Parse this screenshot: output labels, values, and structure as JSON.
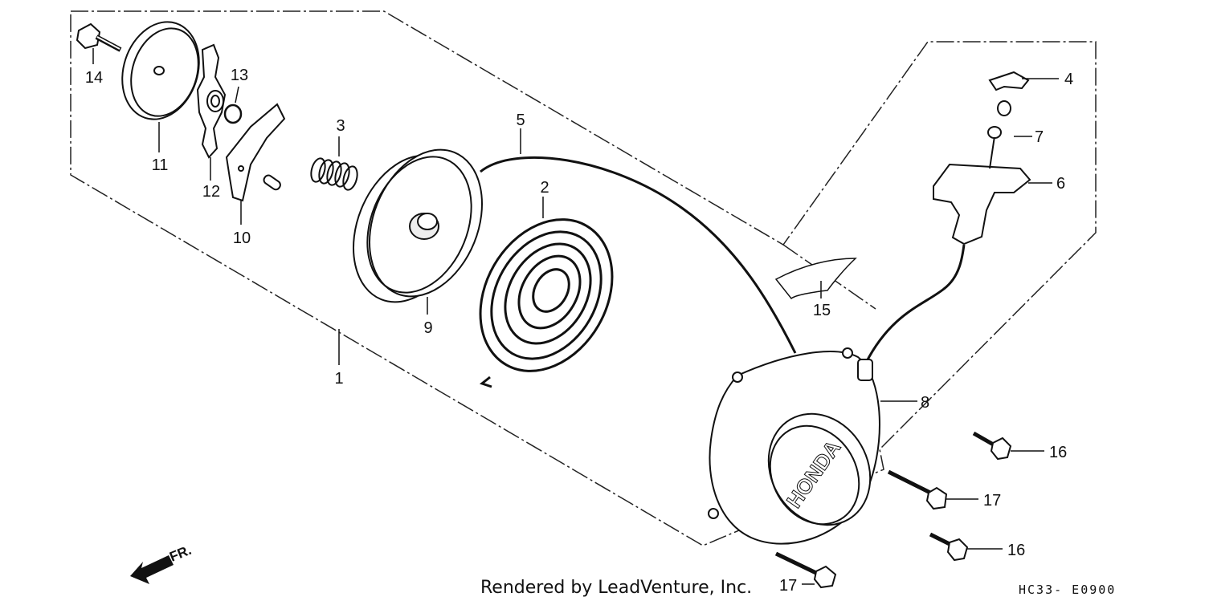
{
  "diagram": {
    "callouts": [
      "1",
      "2",
      "3",
      "4",
      "5",
      "6",
      "7",
      "8",
      "9",
      "10",
      "11",
      "12",
      "13",
      "14",
      "15",
      "16",
      "17"
    ],
    "brand_mark": "HONDA",
    "direction_label": "FR."
  },
  "footer": {
    "credit": "Rendered by LeadVenture, Inc.",
    "drawing_code": "HC33- E0900"
  }
}
